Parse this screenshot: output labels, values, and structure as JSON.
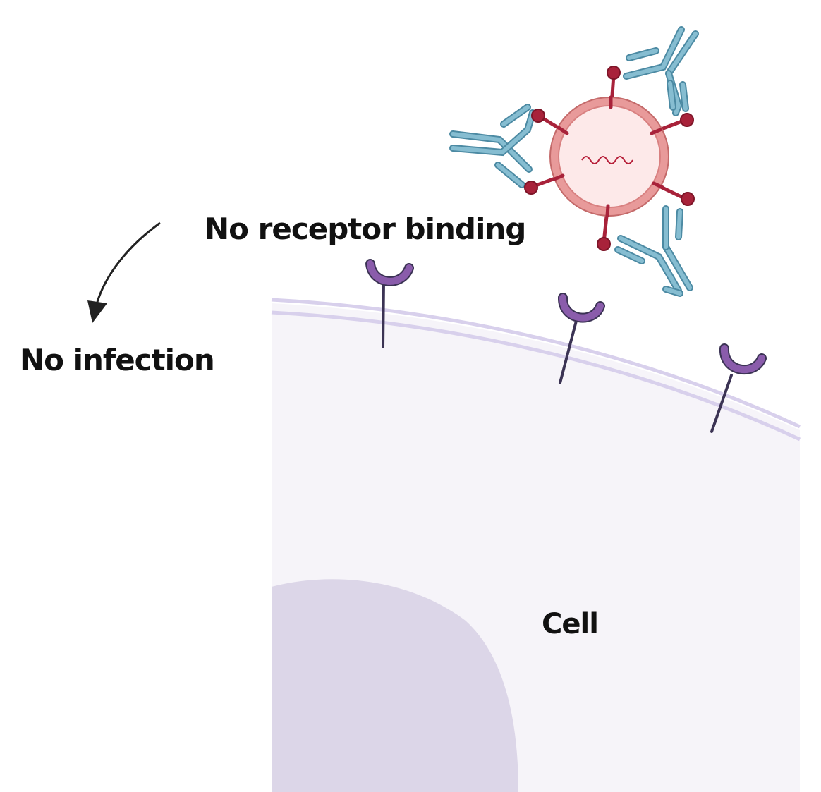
{
  "labels": {
    "no_receptor_binding": "No receptor binding",
    "no_infection": "No infection",
    "cell": "Cell"
  },
  "colors": {
    "cell_fill": "#f6f4f9",
    "membrane": "#d8d0ec",
    "nucleus": "#dcd6e8",
    "receptor": "#8a5cab",
    "receptor_stalk": "#3b3354",
    "virus_outer": "#e58c8c",
    "virus_inner": "#fce8e8",
    "spike": "#a8223a",
    "antibody": "#7bb3c8",
    "text": "#111111"
  }
}
